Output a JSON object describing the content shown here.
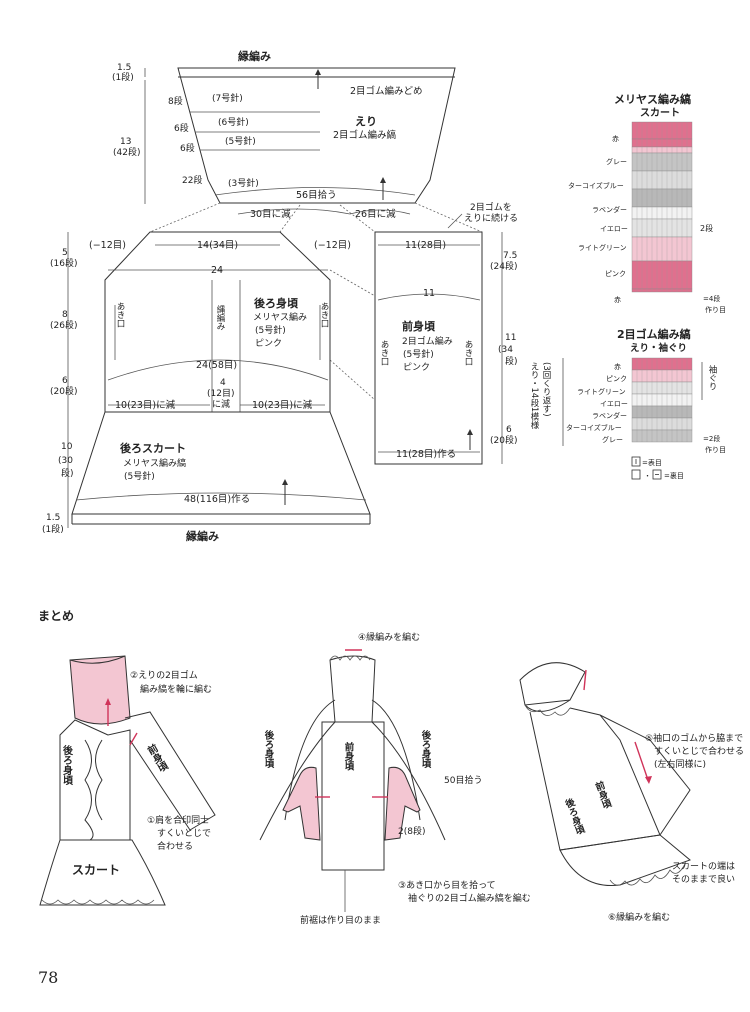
{
  "page_number": "78",
  "collar": {
    "edge": "縁編み",
    "rib_decrease": "2目ゴム編みどめ",
    "title": "えり",
    "pattern": "2目ゴム編み縞",
    "rows": [
      "8段",
      "6段",
      "6段",
      "22段"
    ],
    "needles": [
      "(7号針)",
      "(6号針)",
      "(5号針)",
      "(3号針)"
    ],
    "pickup": "56目拾う",
    "dec_left": "30目に減",
    "dec_right": "26目に減",
    "continue_note_1": "2目ゴムを",
    "continue_note_2": "えりに続ける",
    "h_top_1": "1.5",
    "h_top_2": "(1段)",
    "h_main_1": "13",
    "h_main_2": "(42段)"
  },
  "back": {
    "title": "後ろ身頃",
    "p1": "メリヤス編み",
    "p2": "(5号針)",
    "p3": "ピンク",
    "shoulder_top": "14(34目)",
    "shoulder_left": "(−12目)",
    "shoulder_right": "(−12目)",
    "width_top": "24",
    "width_bottom": "24(58目)",
    "dec_left": "10(23目)に減",
    "dec_right": "10(23目)に減",
    "center_1": "4",
    "center_2": "(12目)",
    "center_3": "に減",
    "cable": "縄編み",
    "slit": "あき口",
    "d1a": "5",
    "d1b": "(16段)",
    "d2a": "8",
    "d2b": "(26段)",
    "d3a": "6",
    "d3b": "(20段)"
  },
  "front": {
    "title": "前身頃",
    "p1": "2目ゴム編み",
    "p2": "(5号針)",
    "p3": "ピンク",
    "top": "11(28目)",
    "mid": "11",
    "bottom": "11(28目)作る",
    "slit": "あき口",
    "r1a": "7.5",
    "r1b": "(24段)",
    "r2a": "11",
    "r2b": "(34",
    "r2c": "段)",
    "r3a": "6",
    "r3b": "(20段)"
  },
  "skirt": {
    "title": "後ろスカート",
    "p1": "メリヤス編み縞",
    "p2": "(5号針)",
    "bottom": "48(116目)作る",
    "edge": "縁編み",
    "h1": "10",
    "h2": "(30",
    "h3": "段)",
    "b1": "1.5",
    "b2": "(1段)"
  },
  "legend1": {
    "title": "メリヤス編み縞",
    "subtitle": "スカート",
    "labels": [
      "赤",
      "グレー",
      "ターコイズブルー",
      "ラベンダー",
      "イエロー",
      "ライトグリーン",
      "ピンク",
      "赤"
    ],
    "rows_note": "2段",
    "count_note": "=4段",
    "start_note": "作り目"
  },
  "legend2": {
    "title": "2目ゴム編み縞",
    "subtitle": "えり・袖ぐり",
    "labels": [
      "赤",
      "ピンク",
      "ライトグリーン",
      "イエロー",
      "ラベンダー",
      "ターコイズブルー",
      "グレー"
    ],
    "side": "袖ぐり",
    "repeat": "えり・14段1模様",
    "repeat2": "(3回くり返す)",
    "count_note": "=2段",
    "start_note": "作り目",
    "key1": "=表目",
    "key2": "=裏目"
  },
  "colors": {
    "red": "#e0708e",
    "pink": "#f3c6d2",
    "gray": "#c4c4c4",
    "turquoise": "#dcdcdc",
    "lavender": "#b8b8b8",
    "yellow": "#f2f2f2",
    "lightgreen": "#e3e3e3",
    "accent": "#d0345a"
  },
  "assembly": {
    "heading": "まとめ",
    "fig1": {
      "note1": "②えりの2目ゴム",
      "note2": "編み縞を輪に編む",
      "back": "後ろ身頃",
      "front": "前身頃",
      "note3": "①肩を合印同士",
      "note4": "すくいとじで",
      "note5": "合わせる",
      "skirt": "スカート"
    },
    "fig2": {
      "note1": "④縁編みを編む",
      "back_l": "後ろ身頃",
      "back_r": "後ろ身頃",
      "front": "前身頃",
      "pickup": "50目拾う",
      "rows": "2(8段)",
      "note2": "③あき口から目を拾って",
      "note3": "袖ぐりの2目ゴム編み縞を編む",
      "note4": "前裾は作り目のまま"
    },
    "fig3": {
      "note1": "⑤袖口のゴムから脇まで",
      "note2": "すくいとじで合わせる",
      "note3": "(左右同様に)",
      "front": "前身頃",
      "back": "後ろ身頃",
      "note4": "スカートの端は",
      "note5": "そのままで良い",
      "note6": "⑥縁編みを編む"
    }
  }
}
